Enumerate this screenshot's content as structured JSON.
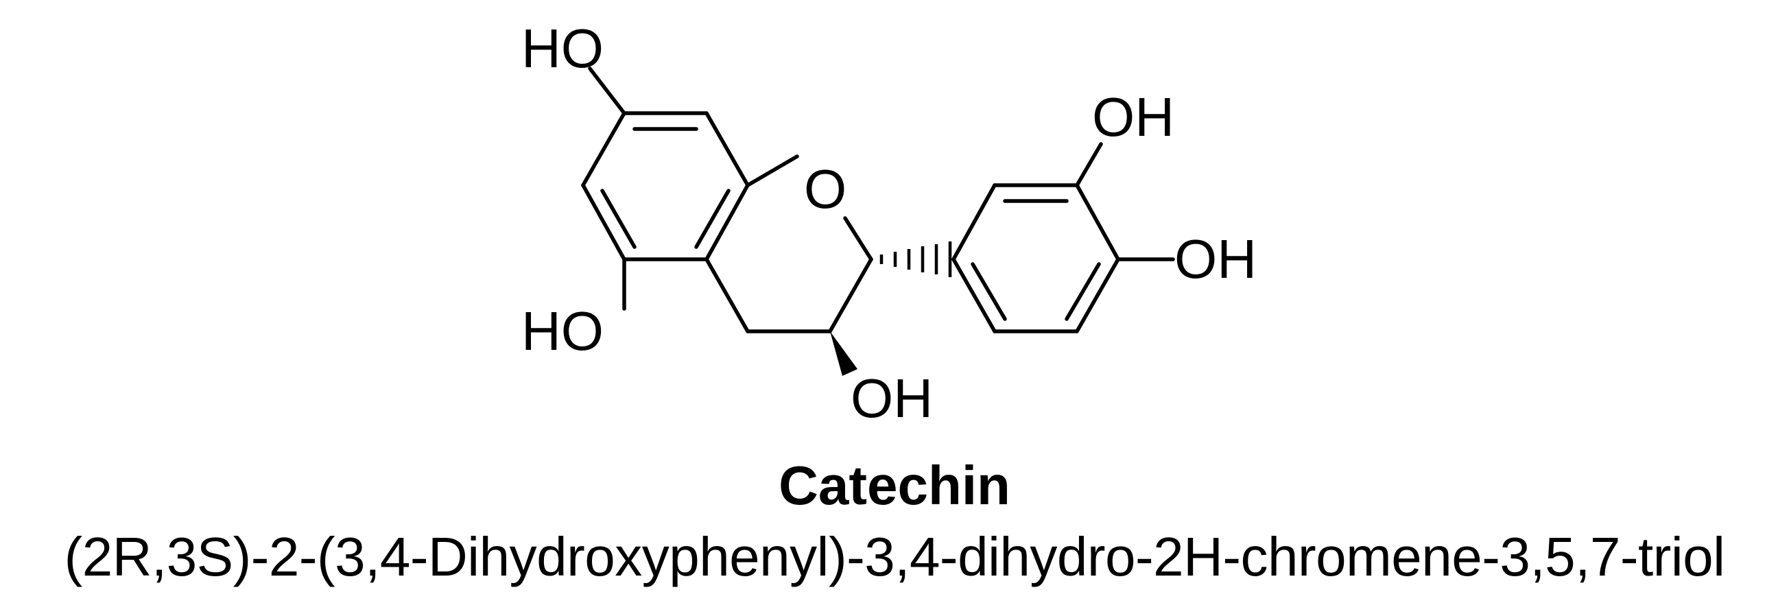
{
  "molecule": {
    "name": "Catechin",
    "iupac_name": "(2R,3S)-2-(3,4-Dihydroxyphenyl)-3,4-dihydro-2H-chromene-3,5,7-triol",
    "atom_labels": {
      "ho_7": "HO",
      "ho_5": "HO",
      "oh_3": "OH",
      "ring_o": "O",
      "oh_3prime": "OH",
      "oh_4prime": "OH"
    }
  }
}
